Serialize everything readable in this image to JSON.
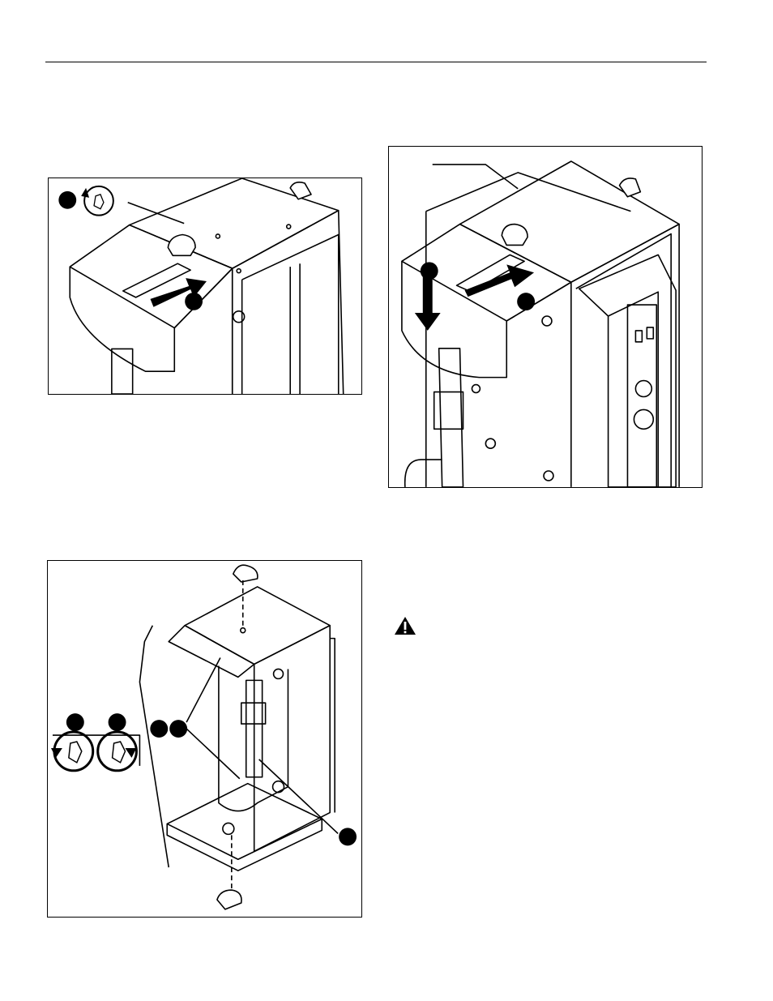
{
  "page": {
    "figures": [
      {
        "id": "figure-1",
        "icon": "rotate-counterclockwise-hand-icon"
      },
      {
        "id": "figure-2",
        "icon": "push-arrows-icon"
      },
      {
        "id": "figure-3",
        "icon": "rotate-both-ways-hand-icon"
      }
    ],
    "warning_icon": "warning-triangle-icon"
  }
}
